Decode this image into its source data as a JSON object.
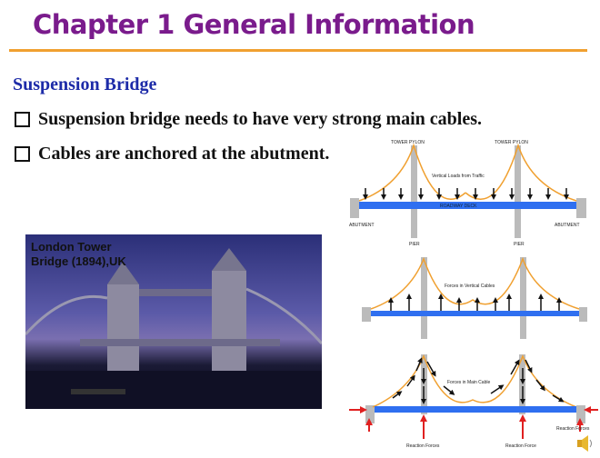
{
  "title": "Chapter 1 General Information",
  "subtitle": "Suspension Bridge",
  "bullets": [
    "Suspension bridge needs to have very strong main cables.",
    "Cables are anchored at the abutment."
  ],
  "photo_caption": "London Tower\nBridge (1894),UK",
  "diagram": {
    "tower_pylon": "TOWER PYLON",
    "vertical_loads": "Vertical Loads from Traffic",
    "roadway_deck": "ROADWAY DECK",
    "abutment": "ABUTMENT",
    "pier": "PIER",
    "forces_vertical": "Forces in Vertical Cables",
    "forces_main": "Forces in Main Cable",
    "reaction_forces": "Reaction Forces",
    "reaction_force": "Reaction Force"
  },
  "colors": {
    "title": "#7a1b8c",
    "subtitle": "#1d2ba8",
    "cable": "#f0a030",
    "deck": "#2f6ff0",
    "force": "#e02020"
  }
}
